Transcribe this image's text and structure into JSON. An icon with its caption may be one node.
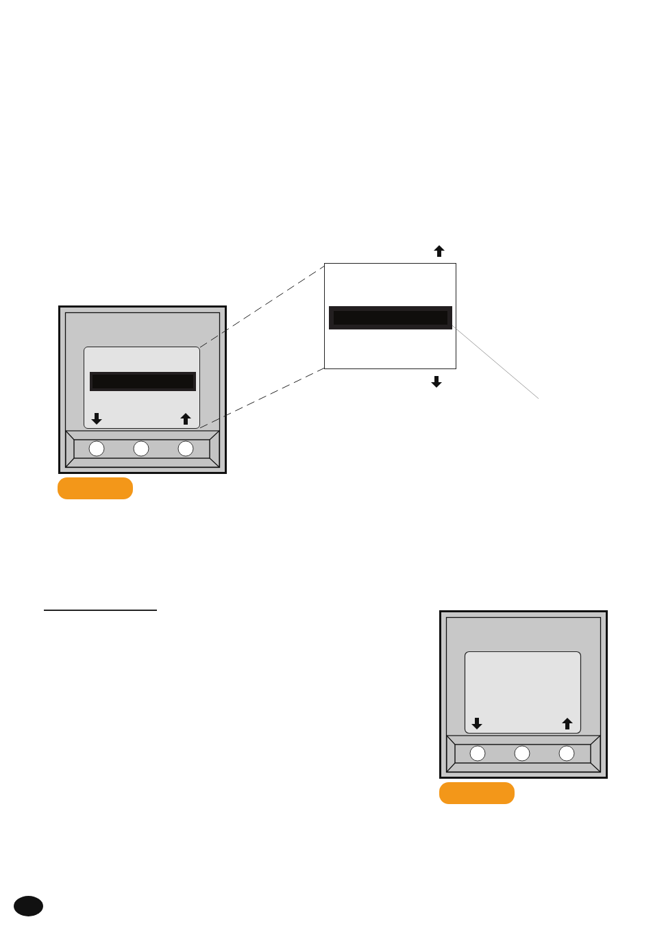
{
  "diagram": {
    "nodes": [
      {
        "text": [],
        "shape": "box"
      },
      {
        "text": [],
        "shape": "bar",
        "in": 0
      },
      {
        "text": [],
        "shape": "box"
      },
      {
        "text": [],
        "shape": "bar",
        "in": 2
      },
      {
        "text": [],
        "shape": "box"
      },
      {
        "text": [],
        "shape": "box"
      }
    ],
    "edges": [
      {
        "from": 2,
        "to": 0,
        "arrow": "none",
        "style": "dashed"
      },
      {
        "from": 2,
        "to": 0,
        "arrow": "none",
        "style": "dashed"
      },
      {
        "from": 1,
        "to": null,
        "arrow": "none",
        "color": "#8a8a8a"
      }
    ]
  }
}
